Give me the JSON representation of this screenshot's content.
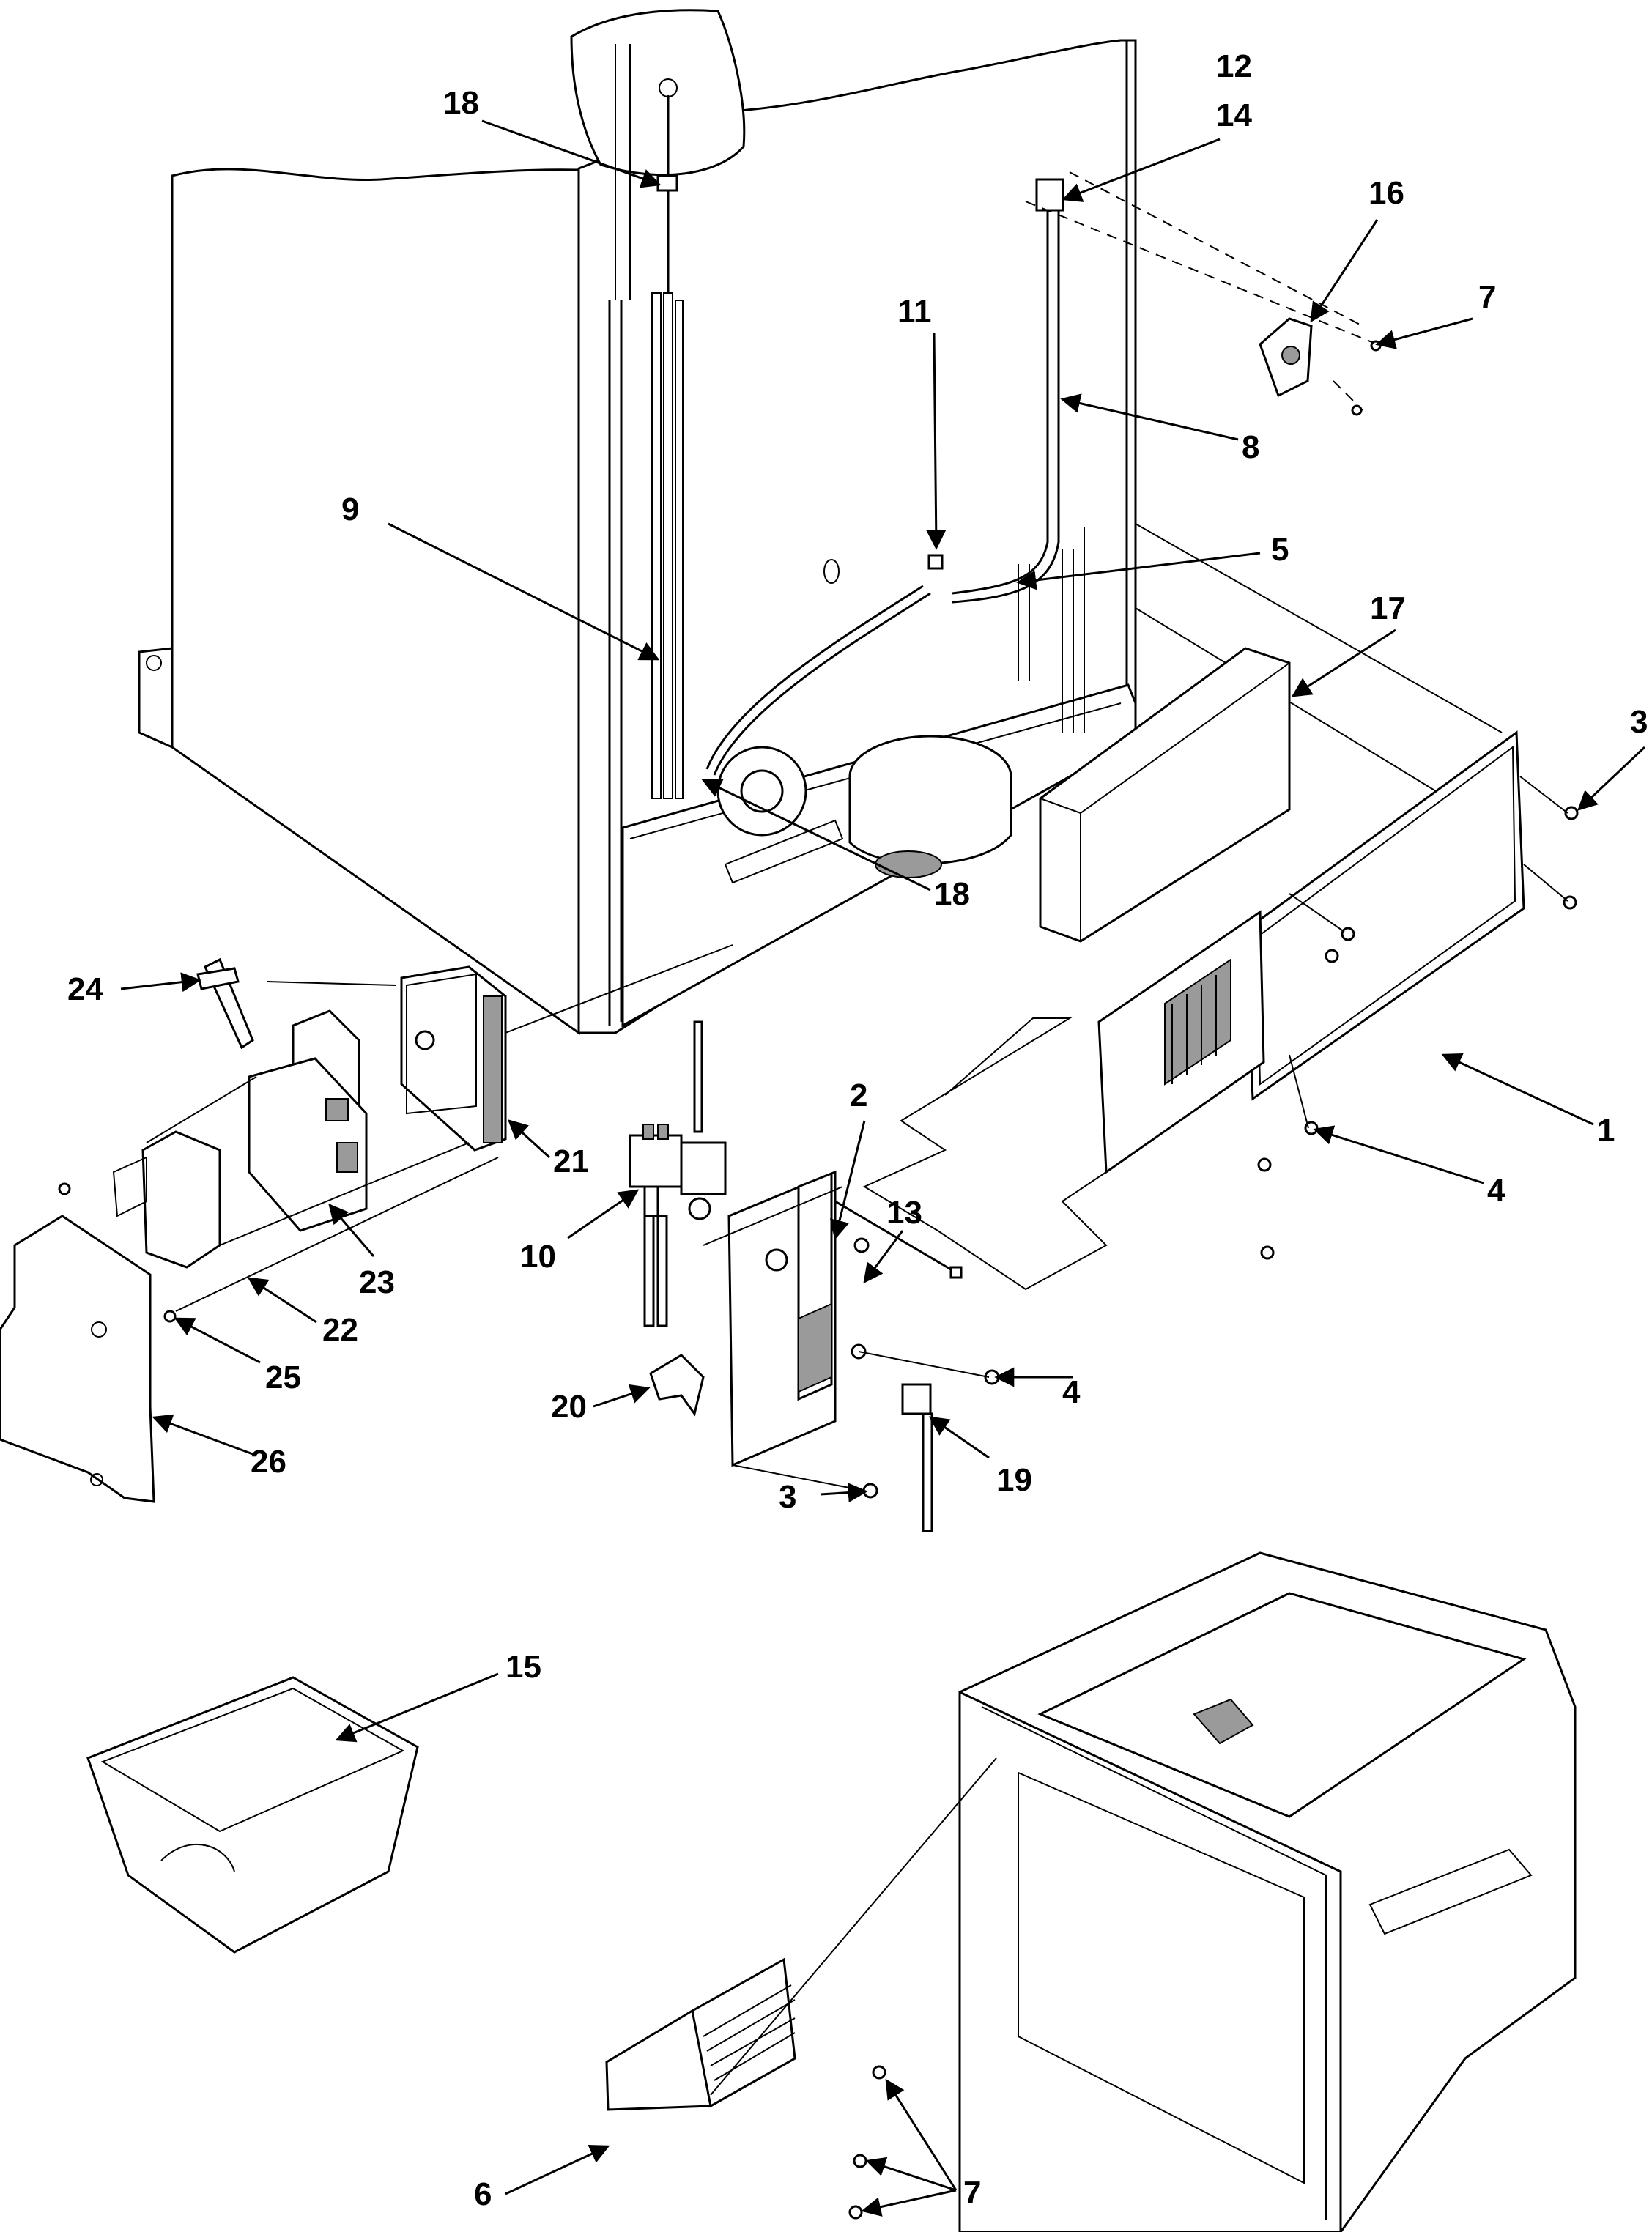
{
  "diagram": {
    "callouts": [
      "18",
      "12",
      "14",
      "16",
      "7",
      "11",
      "8",
      "9",
      "5",
      "17",
      "3",
      "18",
      "24",
      "1",
      "2",
      "21",
      "4",
      "13",
      "10",
      "23",
      "22",
      "25",
      "20",
      "4",
      "19",
      "3",
      "26",
      "15",
      "6",
      "7"
    ]
  }
}
